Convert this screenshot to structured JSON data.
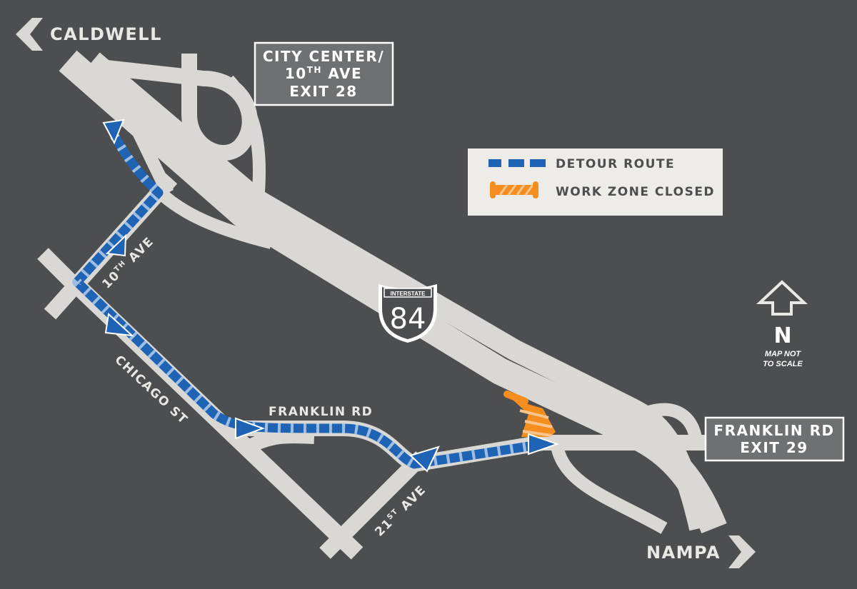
{
  "destinations": {
    "west": "CALDWELL",
    "east": "NAMPA"
  },
  "exits": {
    "exit28": {
      "line1": "CITY CENTER/",
      "line2_num": "10",
      "line2_sup": "TH",
      "line2_rest": " AVE",
      "line3": "EXIT 28"
    },
    "exit29": {
      "line1": "FRANKLIN RD",
      "line2": "EXIT 29"
    }
  },
  "shield": {
    "top": "INTERSTATE",
    "number": "84"
  },
  "legend": {
    "detour": "DETOUR ROUTE",
    "closed": "WORK ZONE CLOSED"
  },
  "streets": {
    "tenth": {
      "num": "10",
      "sup": "TH",
      "rest": " AVE"
    },
    "chicago": "CHICAGO ST",
    "franklin": "FRANKLIN RD",
    "twentyfirst": {
      "num": "21",
      "sup": "ST",
      "rest": " AVE"
    }
  },
  "north": {
    "letter": "N",
    "note1": "MAP NOT",
    "note2": "TO SCALE"
  },
  "colors": {
    "background": "#4d4e50",
    "road": "#d9d8d4",
    "detour": "#1e63b4",
    "work_zone": "#f58d1f",
    "sign_fill": "#6f7073"
  }
}
